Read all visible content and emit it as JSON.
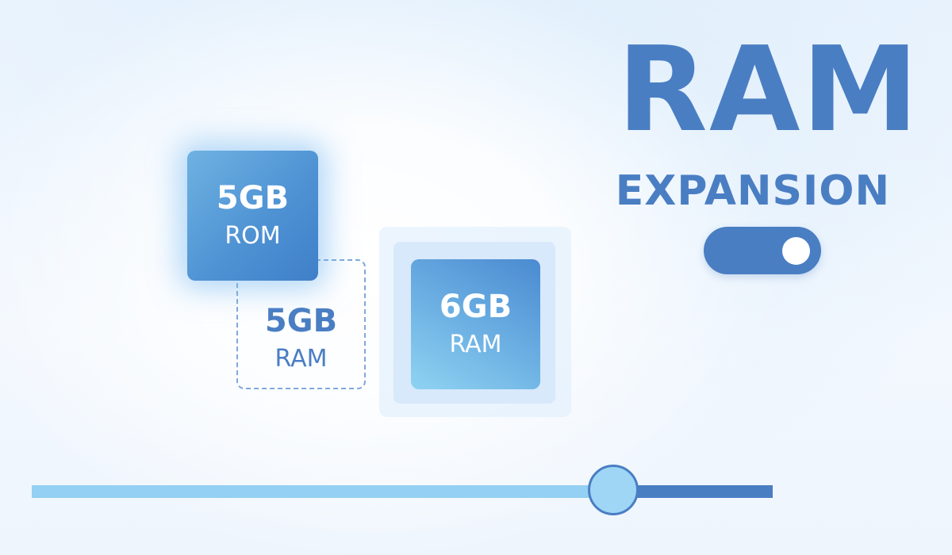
{
  "title": {
    "main": "RAM",
    "sub": "EXPANSION"
  },
  "toggle": {
    "state": "on"
  },
  "chips": {
    "rom": {
      "capacity": "5GB",
      "kind": "ROM"
    },
    "virtual_ram": {
      "capacity": "5GB",
      "kind": "RAM"
    },
    "physical_ram": {
      "capacity": "6GB",
      "kind": "RAM"
    }
  },
  "slider": {
    "value_fraction": 0.785
  },
  "colors": {
    "accent": "#4a7ec3",
    "light_accent": "#93d0f3",
    "background": "#eef5fd"
  }
}
